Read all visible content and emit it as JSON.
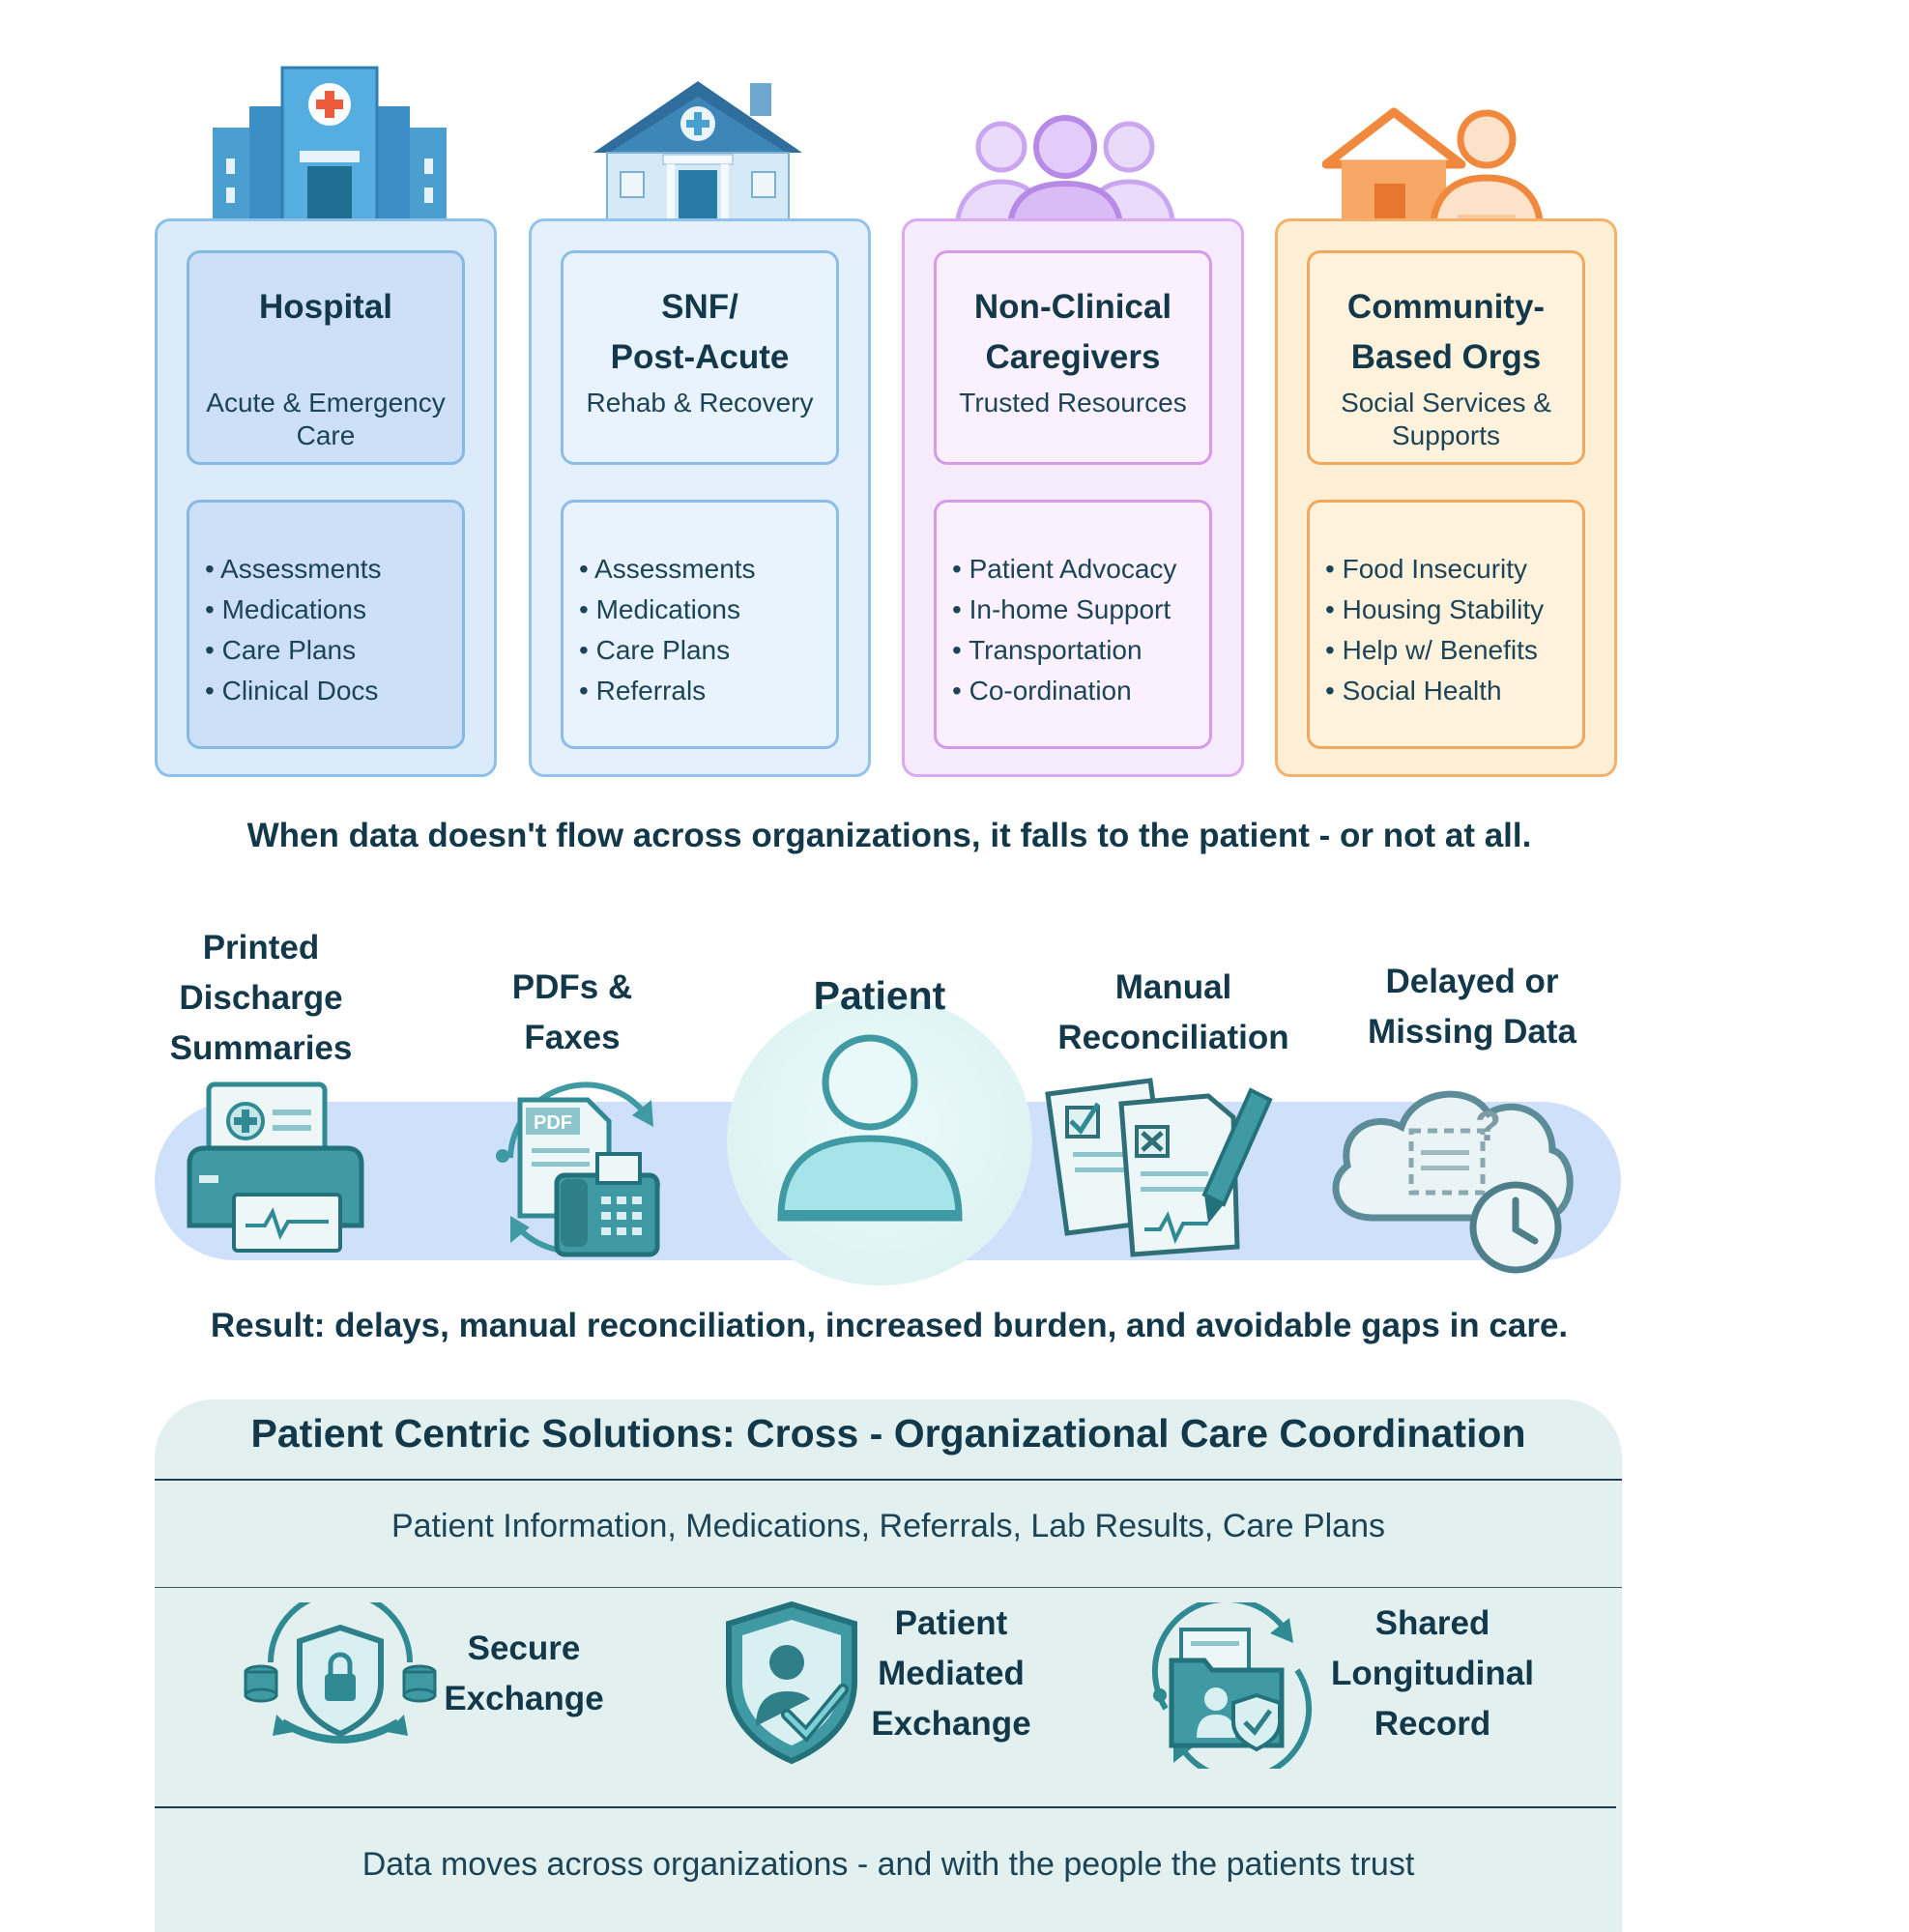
{
  "orgs": [
    {
      "title_line1": "Hospital",
      "title_line2": "",
      "subtitle_line1": "Acute & Emergency",
      "subtitle_line2": "Care",
      "icon": "hospital-icon",
      "items": [
        "Assessments",
        "Medications",
        "Care Plans",
        "Clinical Docs"
      ]
    },
    {
      "title_line1": "SNF/",
      "title_line2": "Post-Acute",
      "subtitle_line1": "Rehab & Recovery",
      "subtitle_line2": "",
      "icon": "snf-house-icon",
      "items": [
        "Assessments",
        "Medications",
        "Care Plans",
        "Referrals"
      ]
    },
    {
      "title_line1": "Non-Clinical",
      "title_line2": "Caregivers",
      "subtitle_line1": "Trusted Resources",
      "subtitle_line2": "",
      "icon": "caregivers-group-icon",
      "items": [
        "Patient Advocacy",
        "In-home Support",
        "Transportation",
        "Co-ordination"
      ]
    },
    {
      "title_line1": "Community-",
      "title_line2": "Based Orgs",
      "subtitle_line1": "Social Services &",
      "subtitle_line2": "Supports",
      "icon": "community-house-person-icon",
      "items": [
        "Food Insecurity",
        "Housing Stability",
        "Help w/ Benefits",
        "Social Health"
      ]
    }
  ],
  "headline_top": "When data doesn't flow across organizations, it falls to the patient - or not at all.",
  "flow": {
    "printed": [
      "Printed",
      "Discharge",
      "Summaries"
    ],
    "pdfs": [
      "PDFs &",
      "Faxes"
    ],
    "patient": "Patient",
    "manual": [
      "Manual",
      "Reconciliation"
    ],
    "delayed": [
      "Delayed or",
      "Missing Data"
    ]
  },
  "headline_result": "Result: delays, manual reconciliation, increased burden, and avoidable gaps in care.",
  "solutions": {
    "title": "Patient Centric Solutions: Cross - Organizational Care Coordination",
    "data_types": "Patient Information, Medications, Referrals, Lab Results, Care Plans",
    "secure": [
      "Secure",
      "Exchange"
    ],
    "mediated": [
      "Patient",
      "Mediated",
      "Exchange"
    ],
    "shared": [
      "Shared",
      "Longitudinal",
      "Record"
    ],
    "footer": "Data moves across organizations - and with the people the patients trust"
  },
  "colors": {
    "hospital": "#8cbfea",
    "snf": "#93c3ec",
    "caregivers": "#dba8f2",
    "community": "#f6b06a",
    "band": "#cfe0fb",
    "teal": "#3f9aa3",
    "text": "#12384a"
  }
}
